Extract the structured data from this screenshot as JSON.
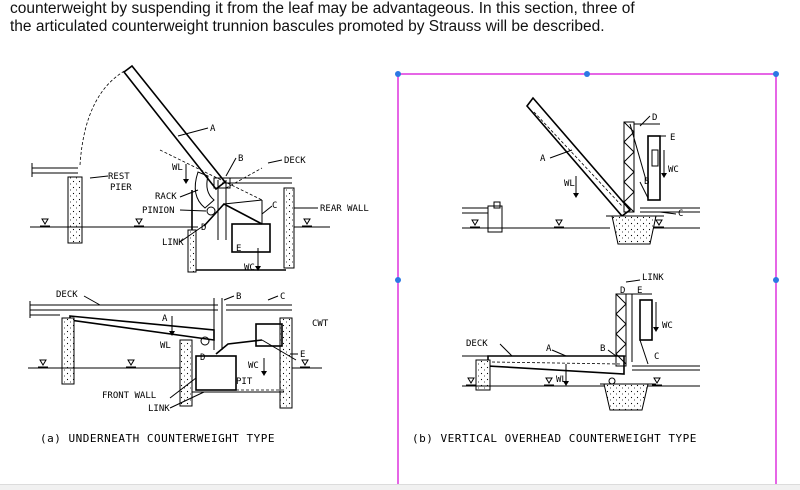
{
  "paragraph": {
    "line1": "counterweight by suspending it from the leaf may be advantageous. In this section, three of",
    "line2": "the articulated counterweight trunnion bascules promoted by Strauss will be described."
  },
  "figure_a": {
    "caption": "(a) UNDERNEATH COUNTERWEIGHT TYPE",
    "labels": {
      "A": "A",
      "B": "B",
      "C": "C",
      "D": "D",
      "E": "E",
      "deck": "DECK",
      "rest": "REST",
      "pier": "PIER",
      "rack": "RACK",
      "pinion": "PINION",
      "rear_wall": "REAR WALL",
      "link": "LINK",
      "wl": "WL",
      "wc": "WC",
      "deck2": "DECK",
      "cwt": "CWT",
      "pit": "PIT",
      "front_wall": "FRONT WALL",
      "link2": "LINK"
    }
  },
  "figure_b": {
    "caption": "(b) VERTICAL OVERHEAD COUNTERWEIGHT TYPE",
    "labels": {
      "A": "A",
      "B": "B",
      "C": "C",
      "D": "D",
      "E": "E",
      "wl": "WL",
      "wc": "WC",
      "link": "LINK",
      "deck": "DECK"
    }
  },
  "selection": {
    "color": "#e040e0",
    "handle_color": "#2b78e4"
  }
}
